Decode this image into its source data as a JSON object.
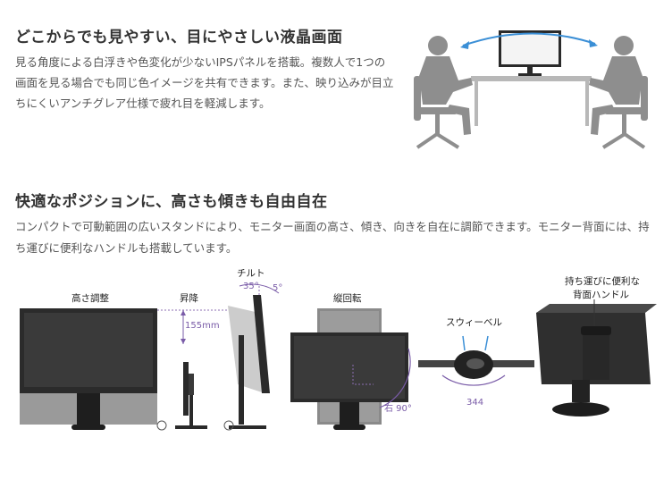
{
  "section1": {
    "title": "どこからでも見やすい、目にやさしい液晶画面",
    "body": "見る角度による白浮きや色変化が少ないIPSパネルを搭載。複数人で1つの画面を見る場合でも同じ色イメージを共有できます。また、映り込みが目立ちにくいアンチグレア仕様で疲れ目を軽減します。"
  },
  "section2": {
    "title": "快適なポジションに、高さも傾きも自由自在",
    "body": "コンパクトで可動範囲の広いスタンドにより、モニター画面の高さ、傾き、向きを自在に調節できます。モニター背面には、持ち運びに便利なハンドルも搭載しています。"
  },
  "figures": {
    "height_label": "高さ調整",
    "lift_label": "昇降",
    "lift_value": "155mm",
    "tilt_label": "チルト",
    "tilt_back": "35°",
    "tilt_forward": "5°",
    "pivot_label": "縦回転",
    "pivot_value": "右 90°",
    "swivel_label": "スウィーベル",
    "swivel_value": "344",
    "handle_label_line1": "持ち運びに便利な",
    "handle_label_line2": "背面ハンドル"
  },
  "colors": {
    "accent": "#7a5ca8",
    "swivel_arrow": "#3b8fd6",
    "monitor": "#1f1f1f",
    "silhouette": "#8e8e8e"
  }
}
